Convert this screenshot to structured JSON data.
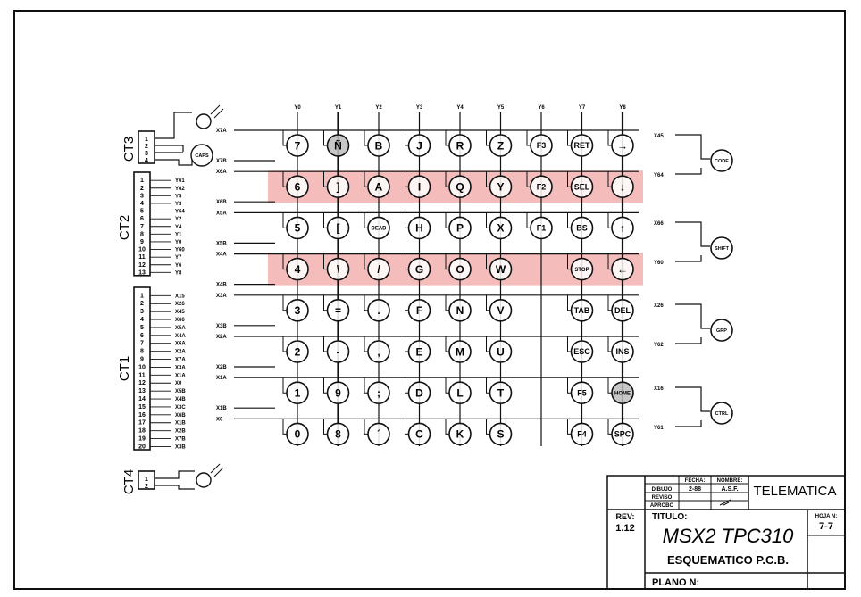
{
  "columns": [
    "Y0",
    "Y1",
    "Y2",
    "Y3",
    "Y4",
    "Y5",
    "Y6",
    "Y7",
    "Y8"
  ],
  "keyboard_rows": [
    {
      "label_top": "X7A",
      "label_bottom": "X7B",
      "keys": [
        "7",
        "Ñ",
        "B",
        "J",
        "R",
        "Z",
        "F3",
        "RET",
        "→"
      ]
    },
    {
      "label_top": "X6A",
      "label_bottom": "X6B",
      "keys": [
        "6",
        "]",
        "A",
        "I",
        "Q",
        "Y",
        "F2",
        "SEL",
        "↓"
      ]
    },
    {
      "label_top": "X5A",
      "label_bottom": "X5B",
      "keys": [
        "5",
        "[",
        "DEAD",
        "H",
        "P",
        "X",
        "F1",
        "BS",
        "↑"
      ]
    },
    {
      "label_top": "X4A",
      "label_bottom": "X4B",
      "keys": [
        "4",
        "\\",
        "/",
        "G",
        "O",
        "W",
        "",
        "STOP",
        "←"
      ]
    },
    {
      "label_top": "X3A",
      "label_bottom": "X3B",
      "keys": [
        "3",
        "=",
        ".",
        "F",
        "N",
        "V",
        "",
        "TAB",
        "DEL"
      ]
    },
    {
      "label_top": "X2A",
      "label_bottom": "X2B",
      "keys": [
        "2",
        "-",
        ",",
        "E",
        "M",
        "U",
        "",
        "ESC",
        "INS"
      ]
    },
    {
      "label_top": "X1A",
      "label_bottom": "X1B",
      "keys": [
        "1",
        "9",
        ";",
        "D",
        "L",
        "T",
        "",
        "F5",
        "HOME"
      ]
    },
    {
      "label_top": "X0",
      "label_bottom": "",
      "keys": [
        "0",
        "8",
        "´",
        "C",
        "K",
        "S",
        "",
        "F4",
        "SPC"
      ]
    }
  ],
  "right_keys": [
    {
      "label": "CODE",
      "line_top": "X45",
      "line_bottom": "Y64"
    },
    {
      "label": "SHIFT",
      "line_top": "X66",
      "line_bottom": "Y60"
    },
    {
      "label": "GRP",
      "line_top": "X26",
      "line_bottom": "Y62"
    },
    {
      "label": "CTRL",
      "line_top": "X16",
      "line_bottom": "Y61"
    }
  ],
  "connectors": {
    "ct3": {
      "label": "CT3",
      "pins": [
        "1",
        "2",
        "3",
        "4"
      ],
      "device": "CAPS"
    },
    "ct2": {
      "label": "CT2",
      "pins": [
        "1",
        "2",
        "3",
        "4",
        "5",
        "6",
        "7",
        "8",
        "9",
        "10",
        "11",
        "12",
        "13"
      ],
      "signals": [
        "Y61",
        "Y62",
        "Y5",
        "Y3",
        "Y64",
        "Y2",
        "Y4",
        "Y1",
        "Y0",
        "Y60",
        "Y7",
        "Y6",
        "Y8"
      ]
    },
    "ct1": {
      "label": "CT1",
      "pins": [
        "1",
        "2",
        "3",
        "4",
        "5",
        "6",
        "7",
        "8",
        "9",
        "10",
        "11",
        "12",
        "13",
        "14",
        "15",
        "16",
        "17",
        "18",
        "19",
        "20"
      ],
      "signals": [
        "X15",
        "X26",
        "X45",
        "X66",
        "X5A",
        "X4A",
        "X6A",
        "X2A",
        "X7A",
        "X3A",
        "X1A",
        "X0",
        "X5B",
        "X4B",
        "X3C",
        "X6B",
        "X1B",
        "X2B",
        "X7B",
        "X3B"
      ]
    },
    "ct4": {
      "label": "CT4",
      "pins": [
        "1",
        "2"
      ]
    }
  },
  "title_block": {
    "company": "TELEMATICA",
    "rev_label": "REV:",
    "rev_value": "1.12",
    "titulo_label": "TITULO:",
    "title_line1": "MSX2  TPC310",
    "title_line2": "ESQUEMATICO  P.C.B.",
    "hoja_label": "HOJA N:",
    "hoja_value": "7-7",
    "plano_label": "PLANO  N:",
    "fecha_label": "FECHA:",
    "fecha_value": "2-88",
    "nombre_label": "NOMBRE:",
    "nombre_value": "A.S.F.",
    "dibujo_label": "DIBUJO",
    "reviso_label": "REVISO",
    "aprobo_label": "APROBO"
  },
  "colors": {
    "line": "#111111",
    "highlight": "#f2a6a6",
    "paper": "#ffffff"
  }
}
